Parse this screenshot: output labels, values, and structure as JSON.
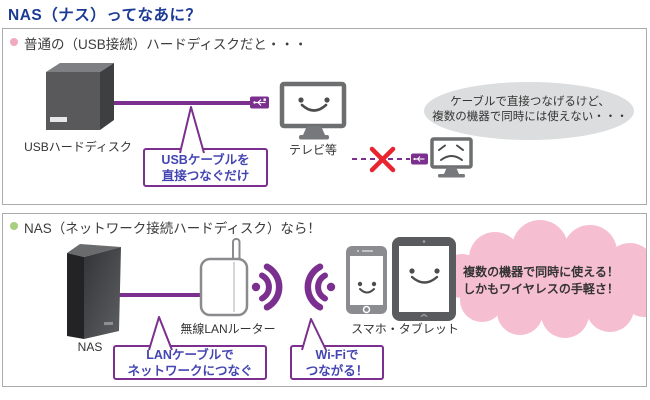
{
  "title": "NAS（ナス）ってなあに？",
  "section1": {
    "heading": "普通の（USB接続）ハードディスクだと・・・",
    "hdd_label": "USBハードディスク",
    "tv_label": "テレビ等",
    "callout_usb_line1": "USBケーブルを",
    "callout_usb_line2": "直接つなぐだけ",
    "bubble_line1": "ケーブルで直接つなげるけど、",
    "bubble_line2": "複数の機器で同時には使えない・・・"
  },
  "section2": {
    "heading": "NAS（ネットワーク接続ハードディスク）なら！",
    "nas_label": "NAS",
    "router_label": "無線LANルーター",
    "devices_label": "スマホ・タブレット",
    "callout_lan_line1": "LANケーブルで",
    "callout_lan_line2": "ネットワークにつなぐ",
    "callout_wifi_line1": "Wi-Fiで",
    "callout_wifi_line2": "つながる！",
    "cloud_line1": "複数の機器で同時に使える！",
    "cloud_line2": "しかもワイヤレスの手軽さ！"
  },
  "colors": {
    "accent_purple": "#7b2f8e",
    "title_blue": "#1b3a94",
    "callout_text_blue": "#4545b2",
    "cloud_pink": "#f6bed1",
    "bubble_gray": "#dcddde",
    "error_red": "#e8242e",
    "bullet_pink": "#f0a9bd",
    "bullet_green": "#a8ce80"
  }
}
